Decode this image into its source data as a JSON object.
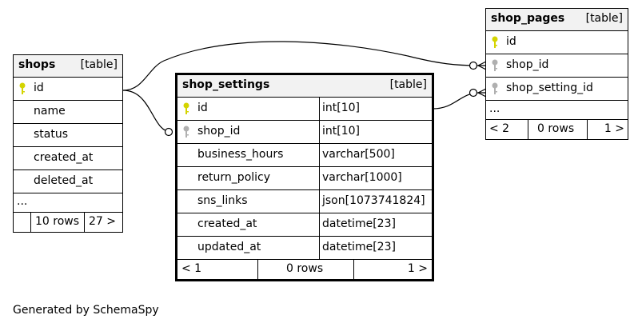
{
  "tables": {
    "shops": {
      "name": "shops",
      "tag": "[table]",
      "columns": [
        "id",
        "name",
        "status",
        "created_at",
        "deleted_at"
      ],
      "more": "...",
      "footer": {
        "rows": "10 rows",
        "next": "27 >"
      }
    },
    "shop_settings": {
      "name": "shop_settings",
      "tag": "[table]",
      "columns": [
        {
          "name": "id",
          "type": "int[10]"
        },
        {
          "name": "shop_id",
          "type": "int[10]"
        },
        {
          "name": "business_hours",
          "type": "varchar[500]"
        },
        {
          "name": "return_policy",
          "type": "varchar[1000]"
        },
        {
          "name": "sns_links",
          "type": "json[1073741824]"
        },
        {
          "name": "created_at",
          "type": "datetime[23]"
        },
        {
          "name": "updated_at",
          "type": "datetime[23]"
        }
      ],
      "footer": {
        "prev": "< 1",
        "rows": "0 rows",
        "next": "1 >"
      }
    },
    "shop_pages": {
      "name": "shop_pages",
      "tag": "[table]",
      "columns": [
        "id",
        "shop_id",
        "shop_setting_id"
      ],
      "more": "...",
      "footer": {
        "prev": "< 2",
        "rows": "0 rows",
        "next": "1 >"
      }
    }
  },
  "colors": {
    "primary_key": "#d4d400",
    "foreign_key": "#b0b0b0",
    "header_bg": "#f2f2f2"
  },
  "generated_by": "Generated by SchemaSpy"
}
